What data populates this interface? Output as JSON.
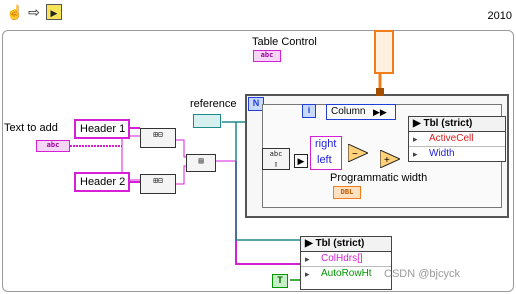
{
  "version": "2010",
  "toolbar": {
    "icons": [
      "hand-icon",
      "arrow-icon",
      "run-highlight-icon"
    ]
  },
  "table_control": {
    "label": "Table Control",
    "terminal": "abc"
  },
  "text_to_add": {
    "label": "Text to add",
    "terminal": "abc"
  },
  "header1": {
    "value": "Header 1"
  },
  "header2": {
    "value": "Header 2"
  },
  "reference": {
    "label": "reference"
  },
  "for_loop": {
    "count_terminal": "N",
    "iteration_terminal": "i"
  },
  "column_node": {
    "label": "Column"
  },
  "justify": {
    "right": "right",
    "left": "left"
  },
  "prog_width": {
    "label": "Programmatic width",
    "terminal": "DBL"
  },
  "property_node_top": {
    "class": "Tbl (strict)",
    "items": [
      "ActiveCell",
      "Width"
    ]
  },
  "property_node_bottom": {
    "class": "Tbl (strict)",
    "items": [
      "ColHdrs[]",
      "AutoRowHt"
    ]
  },
  "bool_const": {
    "value": "T"
  },
  "watermark": "CSDN @bjcyck",
  "colors": {
    "string_wire": "#d81fd8",
    "ref_wire": "#1f8a8a",
    "dbl_wire": "#f07c1a",
    "bool_wire": "#009600",
    "int_wire": "#1f3fd8"
  }
}
